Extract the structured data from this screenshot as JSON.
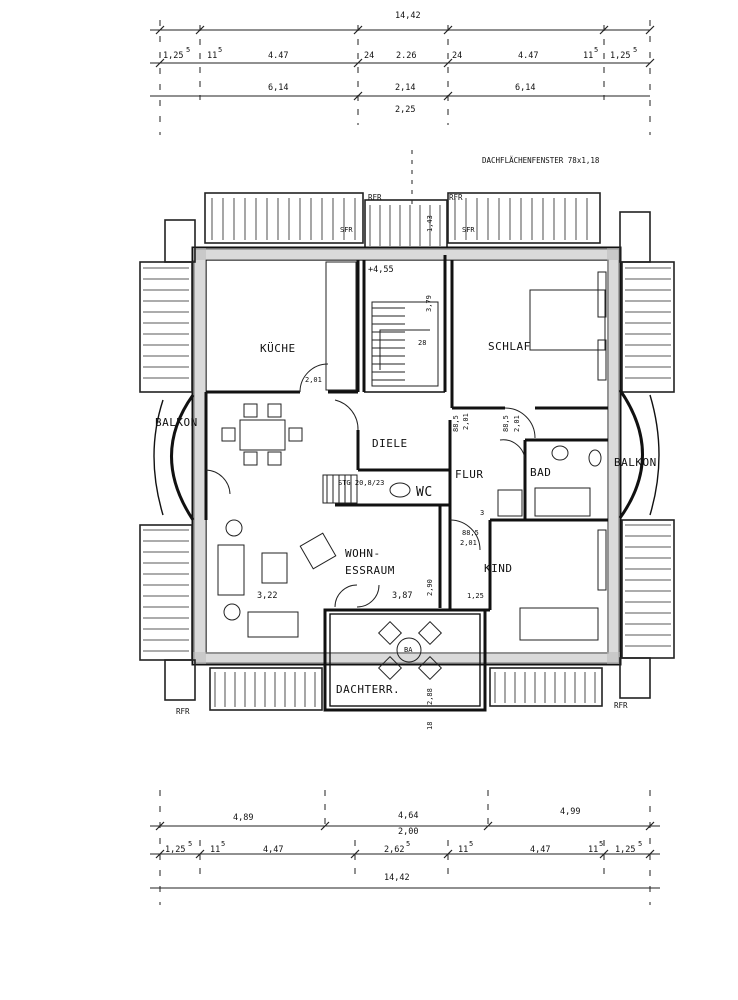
{
  "top_dims": {
    "row0": "14,42",
    "row1": [
      "1,25",
      "5",
      "11",
      "5",
      "4.47",
      "24",
      "2.26",
      "24",
      "4.47",
      "11",
      "5",
      "1,25",
      "5"
    ],
    "row2": [
      "6,14",
      "2,14",
      "6,14"
    ],
    "row3": "2,25"
  },
  "roof_window_note": "DACHFLÄCHENFENSTER  78x1,18",
  "labels": {
    "rfr_tl": "RFR",
    "rfr_tr": "RFR",
    "rfr_bl": "RFR",
    "rfr_br": "RFR",
    "sfr_l": "SFR",
    "sfr_r": "SFR"
  },
  "rooms": {
    "kueche": "KÜCHE",
    "schlaf": "SCHLAF",
    "diele": "DIELE",
    "flur": "FLUR",
    "bad": "BAD",
    "wc": "WC",
    "wohn1": "WOHN-",
    "wohn2": "ESSRAUM",
    "kind": "KIND",
    "balkon_l": "BALKON",
    "balkon_r": "BALKON",
    "dachterr": "DACHTERR.",
    "ba": "BA"
  },
  "inner_dims": {
    "stair_h": "+4,55",
    "d_143": "1,43",
    "d_379": "3,79",
    "d_201_k": "2,01",
    "d_201_s": "2,01",
    "d_201_f": "2,01",
    "d_201_k2": "2,01",
    "d_885_1": "88,5",
    "d_885_2": "88,5",
    "d_885_3": "88,5",
    "d_322": "3,22",
    "d_387": "3,87",
    "d_290": "2,90",
    "d_125": "1,25",
    "d_288": "2,88",
    "d_18": "18",
    "stg": "STG 20,8/23",
    "d_28": "28",
    "d_3": "3"
  },
  "bottom_dims": {
    "row1": [
      "4,89",
      "4,64",
      "4,99"
    ],
    "row1b": "2,00",
    "row2": [
      "1,25",
      "5",
      "11",
      "5",
      "4,47",
      "2,62",
      "5",
      "11",
      "5",
      "4,47",
      "11",
      "5",
      "1,25",
      "5"
    ],
    "row3": "14,42"
  }
}
